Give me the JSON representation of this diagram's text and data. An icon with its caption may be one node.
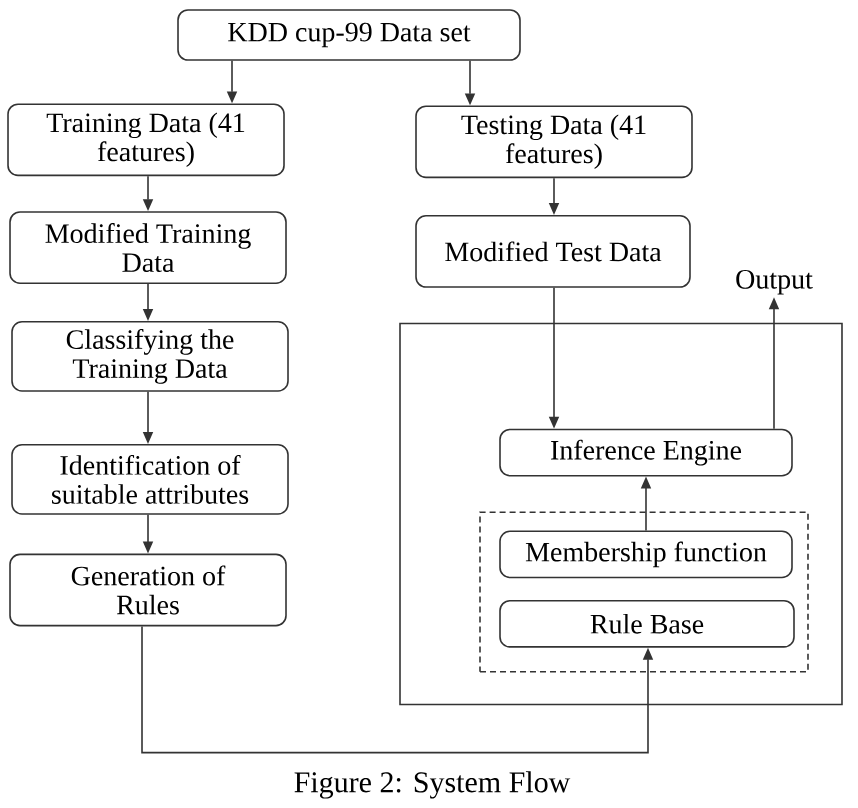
{
  "diagram": {
    "caption": "Figure 2: System Flow",
    "nodes": [
      {
        "text": [
          "KDD cup-99 Data set"
        ]
      },
      {
        "text": [
          "Training Data (41 features)"
        ]
      },
      {
        "text": [
          "Testing Data (41 features)"
        ]
      },
      {
        "text": [
          "Modified Training Data"
        ]
      },
      {
        "text": [
          "Modified Test Data"
        ]
      },
      {
        "text": [
          "Classifying the Training Data"
        ]
      },
      {
        "text": [
          "Identification of suitable attributes"
        ]
      },
      {
        "text": [
          "Generation of Rules"
        ]
      },
      {
        "text": [
          "Output"
        ]
      },
      {
        "text": [],
        "shape": "box"
      },
      {
        "text": [
          "Inference Engine"
        ],
        "in": 9
      },
      {
        "text": [],
        "shape": "box",
        "in": 9
      },
      {
        "text": [
          "Membership function"
        ],
        "in": 11
      },
      {
        "text": [
          "Rule Base"
        ],
        "in": 11
      }
    ],
    "edges": [
      {
        "from": 0,
        "to": 1,
        "arrow": "to"
      },
      {
        "from": 0,
        "to": 2,
        "arrow": "to"
      },
      {
        "from": 1,
        "to": 3,
        "arrow": "to"
      },
      {
        "from": 3,
        "to": 5,
        "arrow": "to"
      },
      {
        "from": 5,
        "to": 6,
        "arrow": "to"
      },
      {
        "from": 6,
        "to": 7,
        "arrow": "to"
      },
      {
        "from": 2,
        "to": 4,
        "arrow": "to"
      },
      {
        "from": 4,
        "to": 10,
        "arrow": "to"
      },
      {
        "from": 12,
        "to": 10,
        "arrow": "to"
      },
      {
        "from": 7,
        "to": 13,
        "arrow": "to"
      },
      {
        "from": 10,
        "to": 8,
        "arrow": "to"
      }
    ]
  }
}
